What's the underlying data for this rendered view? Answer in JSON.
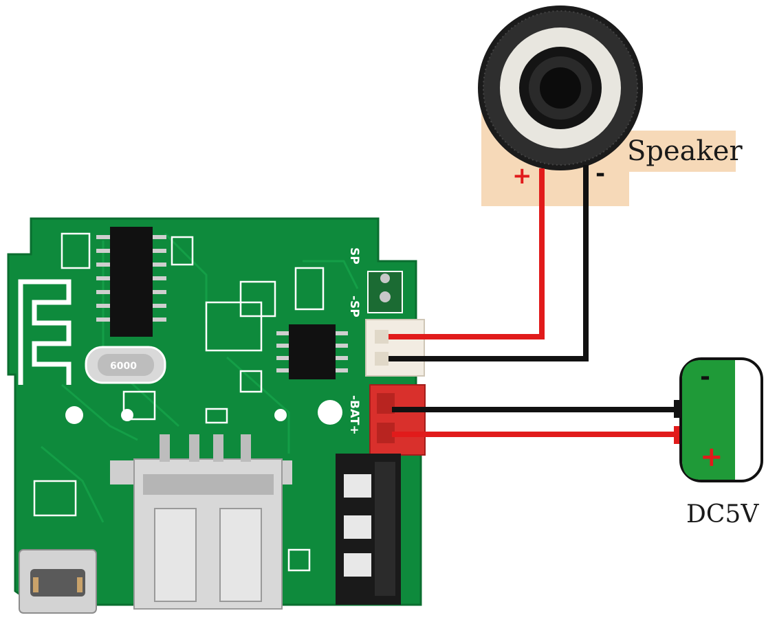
{
  "labels": {
    "speaker": "Speaker",
    "power": "DC5V",
    "speaker_plus": "+",
    "speaker_minus": "-",
    "battery_minus": "-",
    "battery_plus": "+",
    "pcb_bat": "-BAT+",
    "pcb_sp_top": "SP",
    "pcb_sp_mid": "-SP",
    "crystal": "6000"
  },
  "colors": {
    "pcb": "#0e8a3c",
    "pcb_dark": "#0a6e2f",
    "wire_red": "#e11b1b",
    "wire_black": "#111111",
    "battery_green": "#1f9a38",
    "speaker_label_bg": "#f6d9b8"
  }
}
